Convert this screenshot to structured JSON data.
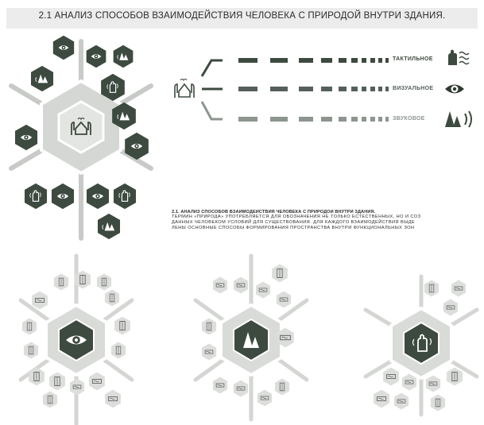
{
  "title": "2.1 АНАЛИЗ СПОСОБОВ ВЗАИМОДЕЙСТВИЯ ЧЕЛОВЕКА С ПРИРОДОЙ  ВНУТРИ ЗДАНИЯ.",
  "categories": [
    {
      "label": "ТАКТИЛЬНОЕ",
      "color": "#3d4a3f",
      "icon": "hand-water-icon"
    },
    {
      "label": "ВИЗУАЛЬНОЕ",
      "color": "#56605a",
      "icon": "eye-icon"
    },
    {
      "label": "ЗВУКОВОЕ",
      "color": "#8d958f",
      "icon": "trees-sound-icon"
    }
  ],
  "description": {
    "heading": "2.1. АНАЛИЗ СПОСОБОВ ВЗАИМОДЕЙСТВИЯ ЧЕЛОВЕКА С ПРИРОДОЙ ВНУТРИ ЗДАНИЯ.",
    "lines": [
      "ТЕРМИН «ПРИРОДА» УПОТРЕБЛЯЕТСЯ ДЛЯ ОБОЗНАЧЕНИЯ НЕ ТОЛЬКО ЕСТЕСТВЕННЫХ, НО И СОЗ",
      "ДАННЫХ ЧЕЛОВЕКОМ УСЛОВИЙ ДЛЯ СУЩЕСТВОВАНИЯ. ДЛЯ КАЖДОГО ВЗАИМОДЕЙСТВИЯ ВЫДЕ",
      "ЛЕНЫ ОСНОВНЫЕ СПОСОБЫ ФОРМИРОВАНИЯ ПРОСТРАНСТВА ВНУТРИ ФУНКЦИОНАЛЬНЫХ ЗОН"
    ]
  },
  "colors": {
    "dark": "#3d4a3f",
    "light_hex": "#d9dbd8",
    "center_bg": "#dadcd8",
    "line": "#bfc2be"
  }
}
